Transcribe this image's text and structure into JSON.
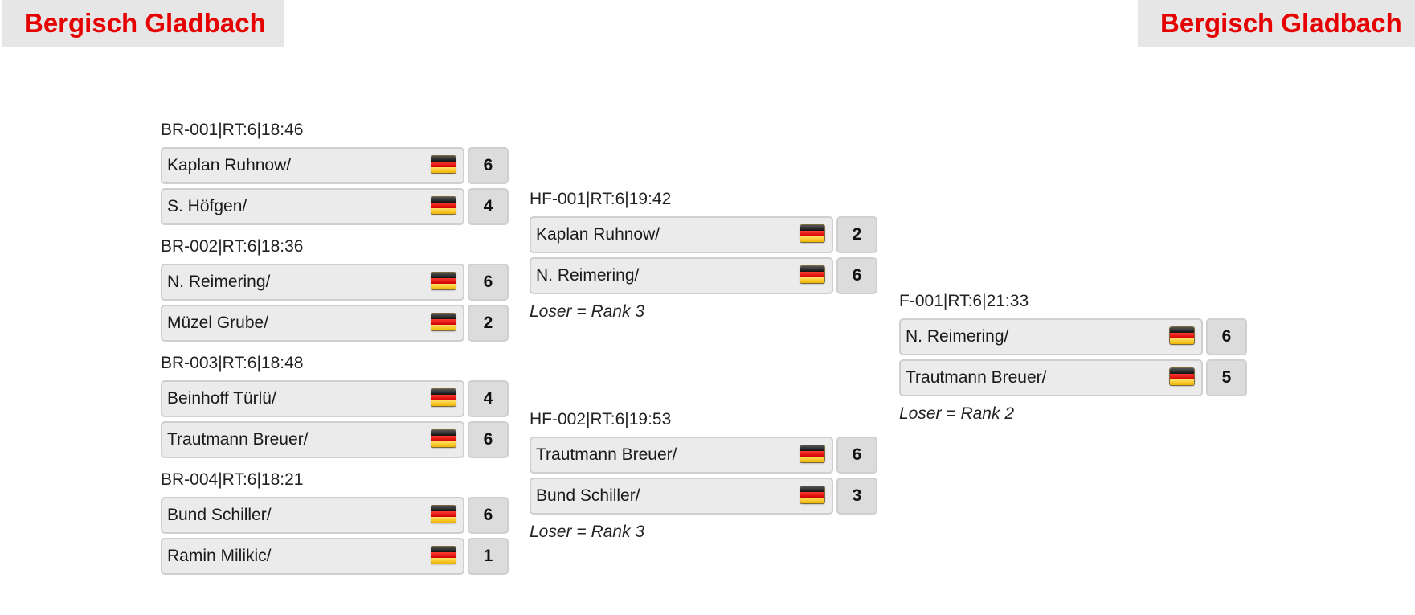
{
  "header": {
    "brand_left": "Bergisch Gladbach",
    "brand_right": "Bergisch Gladbach",
    "brand_color": "#e60000"
  },
  "flag_icon": "germany-flag",
  "matches": [
    {
      "title": "BR-001|RT:6|18:46",
      "teams": [
        {
          "name": "Kaplan Ruhnow/",
          "score": "6"
        },
        {
          "name": "S. Höfgen/",
          "score": "4"
        }
      ]
    },
    {
      "title": "BR-002|RT:6|18:36",
      "teams": [
        {
          "name": "N. Reimering/",
          "score": "6"
        },
        {
          "name": "Müzel Grube/",
          "score": "2"
        }
      ]
    },
    {
      "title": "BR-003|RT:6|18:48",
      "teams": [
        {
          "name": "Beinhoff Türlü/",
          "score": "4"
        },
        {
          "name": "Trautmann Breuer/",
          "score": "6"
        }
      ]
    },
    {
      "title": "BR-004|RT:6|18:21",
      "teams": [
        {
          "name": "Bund Schiller/",
          "score": "6"
        },
        {
          "name": "Ramin Milikic/",
          "score": "1"
        }
      ]
    },
    {
      "title": "HF-001|RT:6|19:42",
      "teams": [
        {
          "name": "Kaplan Ruhnow/",
          "score": "2"
        },
        {
          "name": "N. Reimering/",
          "score": "6"
        }
      ],
      "note": "Loser = Rank 3"
    },
    {
      "title": "HF-002|RT:6|19:53",
      "teams": [
        {
          "name": "Trautmann Breuer/",
          "score": "6"
        },
        {
          "name": "Bund Schiller/",
          "score": "3"
        }
      ],
      "note": "Loser = Rank 3"
    },
    {
      "title": "F-001|RT:6|21:33",
      "teams": [
        {
          "name": "N. Reimering/",
          "score": "6"
        },
        {
          "name": "Trautmann Breuer/",
          "score": "5"
        }
      ],
      "note": "Loser = Rank 2"
    }
  ]
}
